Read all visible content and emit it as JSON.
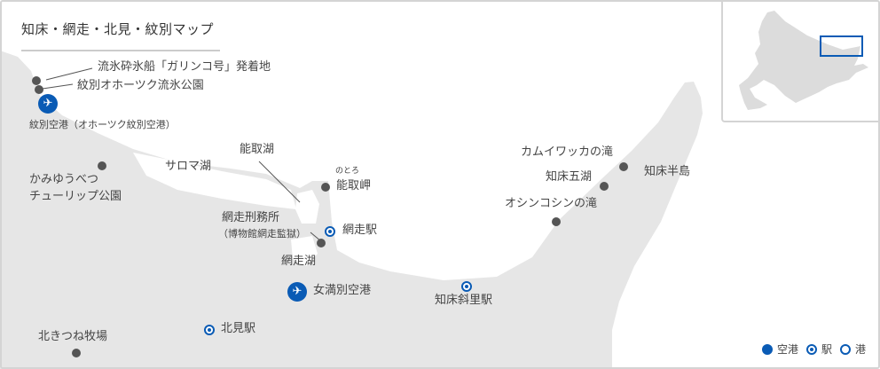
{
  "title": "知床・網走・北見・紋別マップ",
  "colors": {
    "land": "#e6e6e6",
    "sea": "#ffffff",
    "accent": "#0a5bb5",
    "spot": "#555555"
  },
  "places": {
    "garinko": "流氷砕氷船「ガリンコ号」発着地",
    "okhotsk_park": "紋別オホーツク流氷公園",
    "monbetsu_airport": "紋別空港（オホーツク紋別空港）",
    "kamiyubetsu_1": "かみゆうべつ",
    "kamiyubetsu_2": "チューリップ公園",
    "saroma": "サロマ湖",
    "notoro_lake": "能取湖",
    "notoro_ruby": "のとろ",
    "notoro_cape": "能取岬",
    "prison_1": "網走刑務所",
    "prison_2": "（博物館網走監獄）",
    "abashiri_station": "網走駅",
    "abashiri_lake": "網走湖",
    "memanbetsu_airport": "女満別空港",
    "kitami_station": "北見駅",
    "kitakitsune": "北きつね牧場",
    "shari_station": "知床斜里駅",
    "kamuiwakka": "カムイワッカの滝",
    "goko": "知床五湖",
    "shiretoko_peninsula": "知床半島",
    "oshinkoshin": "オシンコシンの滝"
  },
  "legend": {
    "airport": "空港",
    "station": "駅",
    "port": "港"
  },
  "icons": {
    "airport": "airplane-icon",
    "station": "station-ring-icon",
    "port": "port-ring-icon"
  }
}
